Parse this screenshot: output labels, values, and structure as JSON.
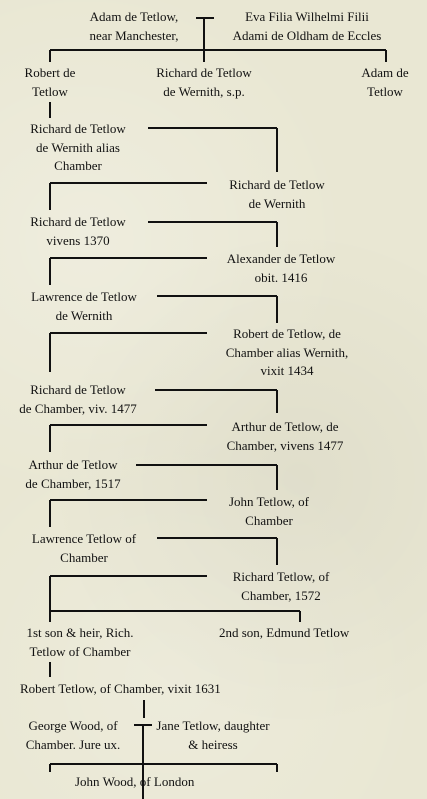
{
  "people": {
    "adam_tetlow": "Adam de Tetlow,\nnear Manchester,",
    "eva": "Eva Filia Wilhelmi Filii\nAdami de Oldham de Eccles",
    "robert": "Robert de\nTetlow",
    "richard_wernith_sp": "Richard de Tetlow\nde Wernith, s.p.",
    "adam_son": "Adam de\nTetlow",
    "richard_alias": "Richard de Tetlow\nde Wernith alias\nChamber",
    "richard_wernith": "Richard de Tetlow\nde Wernith",
    "richard_1370": "Richard de Tetlow\nvivens 1370",
    "alexander": "Alexander de Tetlow\nobit. 1416",
    "lawrence_wernith": "Lawrence de Tetlow\nde Wernith",
    "robert_1434": "Robert de Tetlow, de\nChamber alias Wernith,\nvixit 1434",
    "richard_1477": "Richard de Tetlow\nde Chamber, viv. 1477",
    "arthur_1477": "Arthur de Tetlow, de\nChamber, vivens 1477",
    "arthur_1517": "Arthur de Tetlow\nde Chamber, 1517",
    "john_chamber": "John Tetlow, of\nChamber",
    "lawrence_chamber": "Lawrence Tetlow of\nChamber",
    "richard_1572": "Richard Tetlow, of\nChamber, 1572",
    "first_son": "1st son & heir, Rich.\nTetlow of Chamber",
    "second_son": "2nd son, Edmund Tetlow",
    "robert_1631": "Robert Tetlow, of Chamber, vixit 1631",
    "george_wood": "George Wood, of\nChamber. Jure ux.",
    "jane": "Jane Tetlow, daughter\n& heiress",
    "john_wood": "John Wood, of London"
  }
}
